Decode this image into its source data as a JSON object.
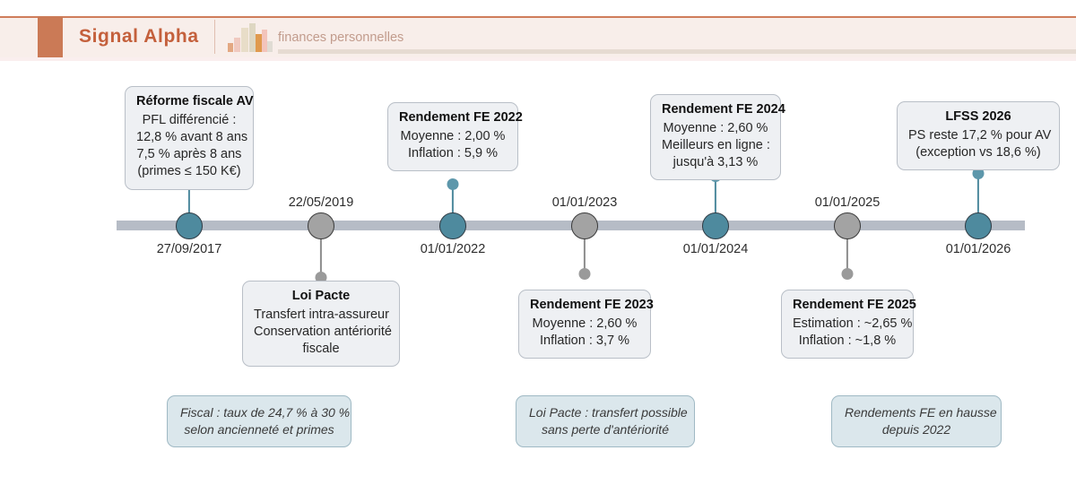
{
  "header": {
    "title": "Signal Alpha",
    "subtitle": "finances personnelles",
    "accent_color": "#cb7a56",
    "band_color": "#f8eeea",
    "title_color": "#c4603c",
    "icon_name": "bar-chart-icon"
  },
  "timeline": {
    "axis_color": "#b6bcc6",
    "node_teal_color": "#4e8a9e",
    "node_gray_color": "#a3a3a3",
    "events": [
      {
        "date": "27/09/2017",
        "side": "above",
        "marker": "teal",
        "title": "Réforme fiscale AV",
        "lines": [
          "PFL différencié :",
          "12,8 % avant 8 ans",
          "7,5 % après 8 ans",
          "(primes ≤ 150 K€)"
        ]
      },
      {
        "date": "22/05/2019",
        "side": "below",
        "marker": "gray",
        "title": "Loi Pacte",
        "lines": [
          "Transfert intra-assureur",
          "Conservation antériorité",
          "fiscale"
        ]
      },
      {
        "date": "01/01/2022",
        "side": "above",
        "marker": "teal",
        "title": "Rendement FE 2022",
        "lines": [
          "Moyenne : 2,00 %",
          "Inflation : 5,9 %"
        ]
      },
      {
        "date": "01/01/2023",
        "side": "below",
        "marker": "gray",
        "title": "Rendement FE 2023",
        "lines": [
          "Moyenne : 2,60 %",
          "Inflation : 3,7 %"
        ]
      },
      {
        "date": "01/01/2024",
        "side": "above",
        "marker": "teal",
        "title": "Rendement FE 2024",
        "lines": [
          "Moyenne : 2,60 %",
          "Meilleurs en ligne :",
          "jusqu'à 3,13 %"
        ]
      },
      {
        "date": "01/01/2025",
        "side": "below",
        "marker": "gray",
        "title": "Rendement FE 2025",
        "lines": [
          "Estimation : ~2,65 %",
          "Inflation : ~1,8 %"
        ]
      },
      {
        "date": "01/01/2026",
        "side": "above",
        "marker": "teal",
        "title": "LFSS 2026",
        "lines": [
          "PS reste 17,2 % pour AV",
          "(exception vs 18,6 %)"
        ]
      }
    ]
  },
  "notes": [
    {
      "lines": [
        "Fiscal : taux de 24,7 % à 30 %",
        "selon ancienneté et primes"
      ]
    },
    {
      "lines": [
        "Loi Pacte : transfert possible",
        "sans perte d'antériorité"
      ]
    },
    {
      "lines": [
        "Rendements FE en hausse",
        "depuis 2022"
      ]
    }
  ]
}
